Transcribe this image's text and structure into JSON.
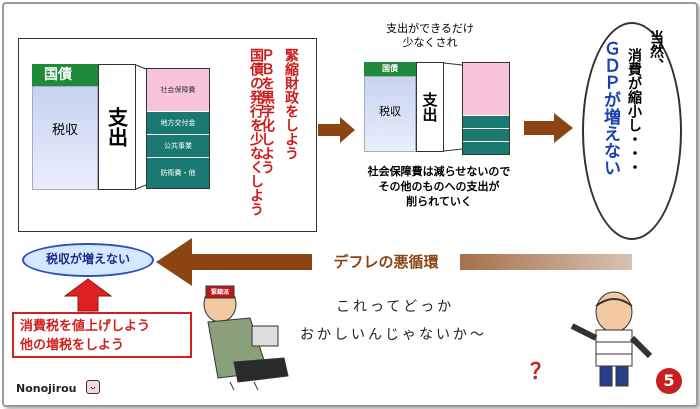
{
  "left_panel": {
    "bond_label": "国債",
    "tax_label": "税収",
    "expense_label": "支出",
    "stack_items": [
      "社会保障費",
      "地方交付金",
      "公共事業",
      "防衛費・他"
    ],
    "red_text": [
      "緊縮財政をしよう",
      "ＰＢを黒字化しよう",
      "国債の発行を少なくしよう"
    ]
  },
  "middle_panel": {
    "top_note": [
      "支出ができるだけ",
      "少なくされ"
    ],
    "bond_label": "国債",
    "tax_label": "税収",
    "expense_label": "支出",
    "bottom_note": [
      "社会保障費は減らせないので",
      "その他のものへの支出が",
      "削られていく"
    ]
  },
  "right_oval": {
    "col1": "当然、",
    "col2": "消費が縮小し・・・",
    "col3": "ＧＤＰが増えない"
  },
  "cycle_label": "デフレの悪循環",
  "bubble_text": "税収が増えない",
  "red_box_lines": [
    "消費税を値上げしよう",
    "他の増税をしよう"
  ],
  "speech_lines": [
    "これってどっか",
    "おかしいんじゃないか～"
  ],
  "speech_mark": "？",
  "figure_sign": "緊縮派",
  "brand": "Nonojirou",
  "page_number": "5",
  "colors": {
    "green": "#1e8a3a",
    "pink": "#f8c4dc",
    "teal": "#1a7a72",
    "arrow": "#8b4513",
    "red": "#cc1c1c",
    "blue_text": "#1a3fb0"
  }
}
